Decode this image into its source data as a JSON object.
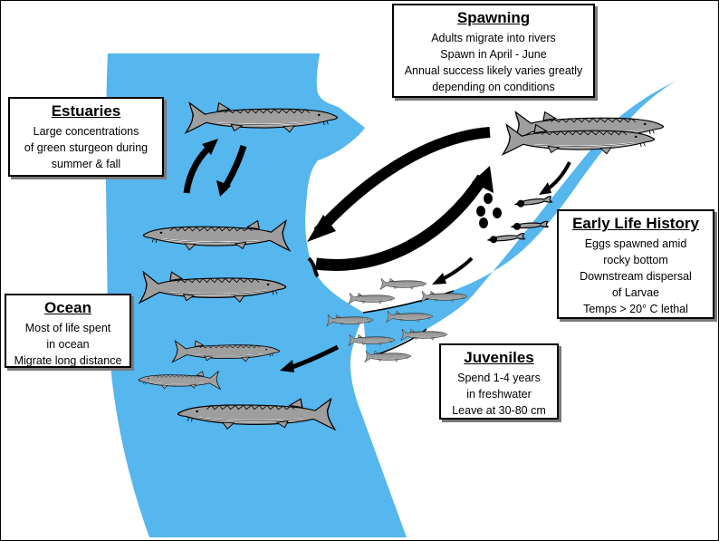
{
  "colors": {
    "water": "#56b6ee",
    "fish_body": "#9e9e9e",
    "fish_outline": "#000000",
    "background": "#ffffff"
  },
  "spawning": {
    "title": "Spawning",
    "lines": [
      "Adults migrate into rivers",
      "Spawn in April - June",
      "Annual success likely varies greatly",
      "depending on conditions"
    ]
  },
  "estuaries": {
    "title": "Estuaries",
    "lines": [
      "Large concentrations",
      "of green sturgeon during",
      "summer & fall"
    ]
  },
  "early_life": {
    "title": "Early Life History",
    "lines": [
      "Eggs spawned amid",
      "rocky bottom",
      "Downstream dispersal",
      "of Larvae",
      "Temps > 20° C lethal"
    ]
  },
  "ocean": {
    "title": "Ocean",
    "lines": [
      "Most of life spent",
      "in ocean",
      "Migrate long distance"
    ]
  },
  "juveniles": {
    "title": "Juveniles",
    "lines": [
      "Spend 1-4 years",
      "in freshwater",
      "Leave at 30-80 cm"
    ]
  },
  "icons": {
    "fish": "sturgeon-icon",
    "egg": "egg-icon",
    "larva": "larva-icon",
    "arrow": "arrow-icon"
  }
}
